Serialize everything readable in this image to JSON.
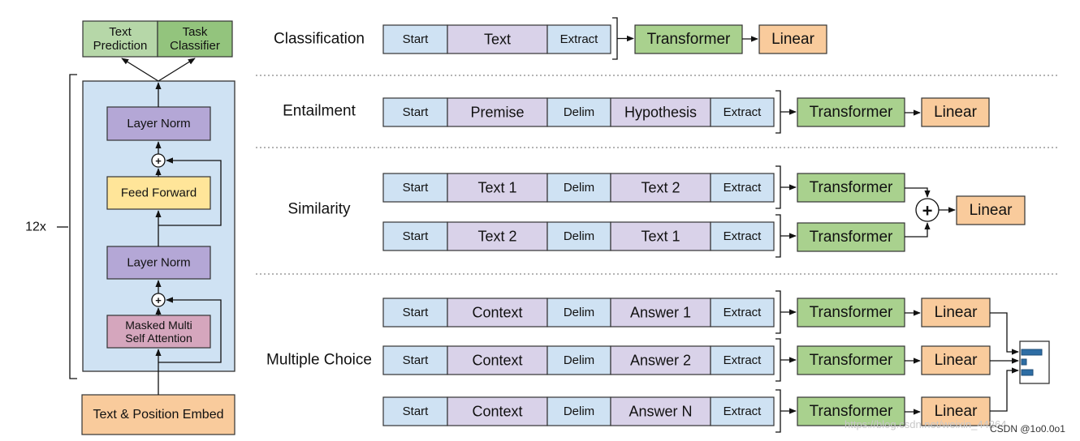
{
  "left": {
    "outputs": [
      "Text\nPrediction",
      "Task\nClassifier"
    ],
    "block": [
      "Layer Norm",
      "Feed Forward",
      "Layer Norm",
      "Masked Multi\nSelf Attention"
    ],
    "repeat": "12x",
    "embed": "Text & Position Embed",
    "plus": "+"
  },
  "tasks": [
    {
      "name": "Classification",
      "rows": [
        [
          "Start",
          "Text",
          "Extract"
        ]
      ],
      "transformer": "Transformer",
      "linear": "Linear"
    },
    {
      "name": "Entailment",
      "rows": [
        [
          "Start",
          "Premise",
          "Delim",
          "Hypothesis",
          "Extract"
        ]
      ],
      "transformer": "Transformer",
      "linear": "Linear"
    },
    {
      "name": "Similarity",
      "rows": [
        [
          "Start",
          "Text 1",
          "Delim",
          "Text 2",
          "Extract"
        ],
        [
          "Start",
          "Text 2",
          "Delim",
          "Text 1",
          "Extract"
        ]
      ],
      "transformer": "Transformer",
      "linear": "Linear",
      "plus": "+"
    },
    {
      "name": "Multiple Choice",
      "rows": [
        [
          "Start",
          "Context",
          "Delim",
          "Answer 1",
          "Extract"
        ],
        [
          "Start",
          "Context",
          "Delim",
          "Answer 2",
          "Extract"
        ],
        [
          "Start",
          "Context",
          "Delim",
          "Answer N",
          "Extract"
        ]
      ],
      "transformer": "Transformer",
      "linear": "Linear"
    }
  ],
  "watermark": "https://blog.csdn.net/weixin_44264",
  "csdn": "CSDN @1o0.0o1",
  "colors": {
    "blue": "#cfe2f3",
    "purple": "#d9d2e9",
    "green": "#a9d18e",
    "orange": "#f9cb9c",
    "lavender": "#b4a7d6",
    "yellow": "#ffe599",
    "pink": "#d5a6bd",
    "bg": "#cfe2f3",
    "outLeft": "#b6d7a8",
    "outRight": "#93c47d"
  }
}
